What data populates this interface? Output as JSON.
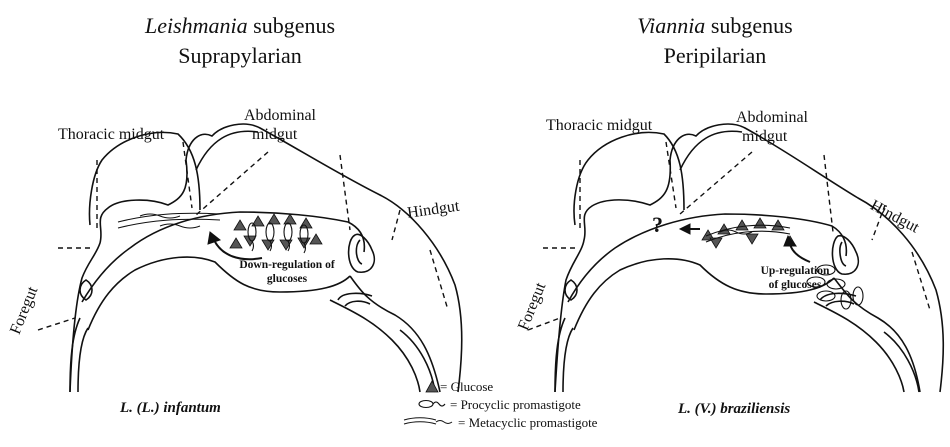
{
  "left_panel": {
    "title_italic": "Leishmania",
    "title_rest": " subgenus",
    "subtitle": "Suprapylarian",
    "labels": {
      "thoracic": "Thoracic midgut",
      "abdominal_1": "Abdominal",
      "abdominal_2": "midgut",
      "hindgut": "Hindgut",
      "foregut": "Foregut"
    },
    "annotation_1": "Down-regulation of",
    "annotation_2": "glucoses",
    "species": "L. (L.) infantum"
  },
  "right_panel": {
    "title_italic": "Viannia",
    "title_rest": " subgenus",
    "subtitle": "Peripilarian",
    "labels": {
      "thoracic": "Thoracic midgut",
      "abdominal_1": "Abdominal",
      "abdominal_2": "midgut",
      "hindgut": "Hindgut",
      "foregut": "Foregut"
    },
    "question": "?",
    "annotation_1": "Up-regulation",
    "annotation_2": "of glucoses",
    "species": "L. (V.) braziliensis"
  },
  "legend": {
    "glucose": "= Glucose",
    "procyclic": "= Procyclic promastigote",
    "metacyclic": "= Metacyclic promastigote"
  },
  "colors": {
    "ink": "#111111",
    "glucose_fill": "#555555"
  }
}
